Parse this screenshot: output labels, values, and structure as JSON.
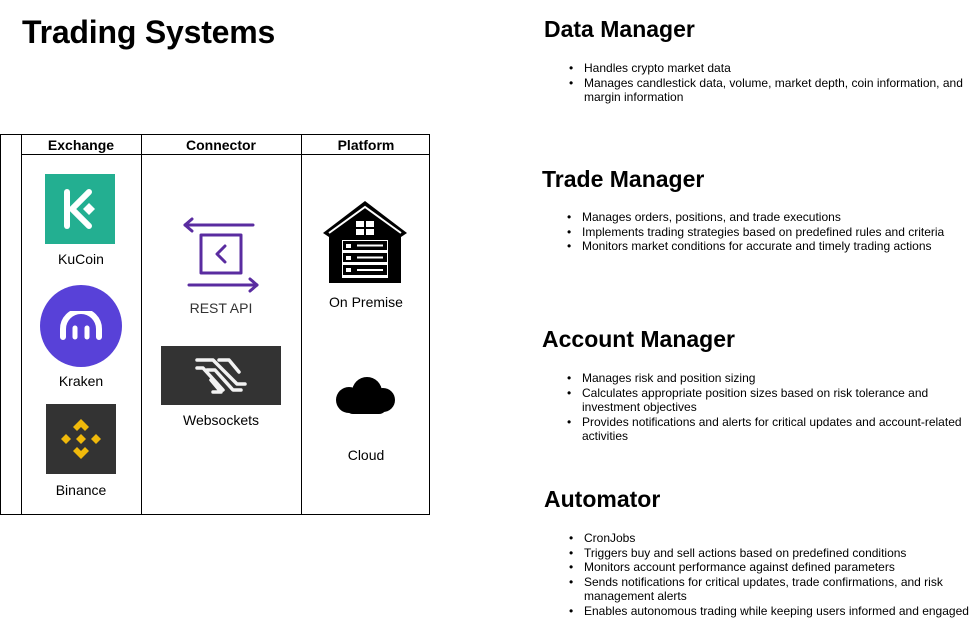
{
  "title": "Trading Systems",
  "table": {
    "headers": [
      "Exchange",
      "Connector",
      "Platform"
    ],
    "exchange": [
      "KuCoin",
      "Kraken",
      "Binance"
    ],
    "connector": [
      "REST API",
      "Websockets"
    ],
    "platform": [
      "On Premise",
      "Cloud"
    ]
  },
  "colors": {
    "kucoin": "#23AF91",
    "kraken": "#5841D8",
    "binance_bg": "#333333",
    "binance_logo": "#F0B90B",
    "rest_api": "#5A2CA0",
    "websockets_bg": "#333333"
  },
  "sections": [
    {
      "title": "Data Manager",
      "bullets": [
        "Handles crypto market data",
        "Manages candlestick data, volume, market depth, coin information, and margin information"
      ]
    },
    {
      "title": "Trade Manager",
      "bullets": [
        "Manages orders, positions, and trade executions",
        "Implements trading strategies based on predefined rules and criteria",
        "Monitors market conditions for accurate and timely trading actions"
      ]
    },
    {
      "title": "Account Manager",
      "bullets": [
        "Manages risk and position sizing",
        "Calculates appropriate position sizes based on risk tolerance and investment objectives",
        "Provides notifications and alerts for critical updates and account-related activities"
      ]
    },
    {
      "title": "Automator",
      "bullets": [
        "CronJobs",
        "Triggers buy and sell actions based on predefined conditions",
        "Monitors account performance against defined parameters",
        "Sends notifications for critical updates, trade confirmations, and risk management alerts",
        "Enables autonomous trading while keeping users informed and engaged"
      ]
    }
  ]
}
